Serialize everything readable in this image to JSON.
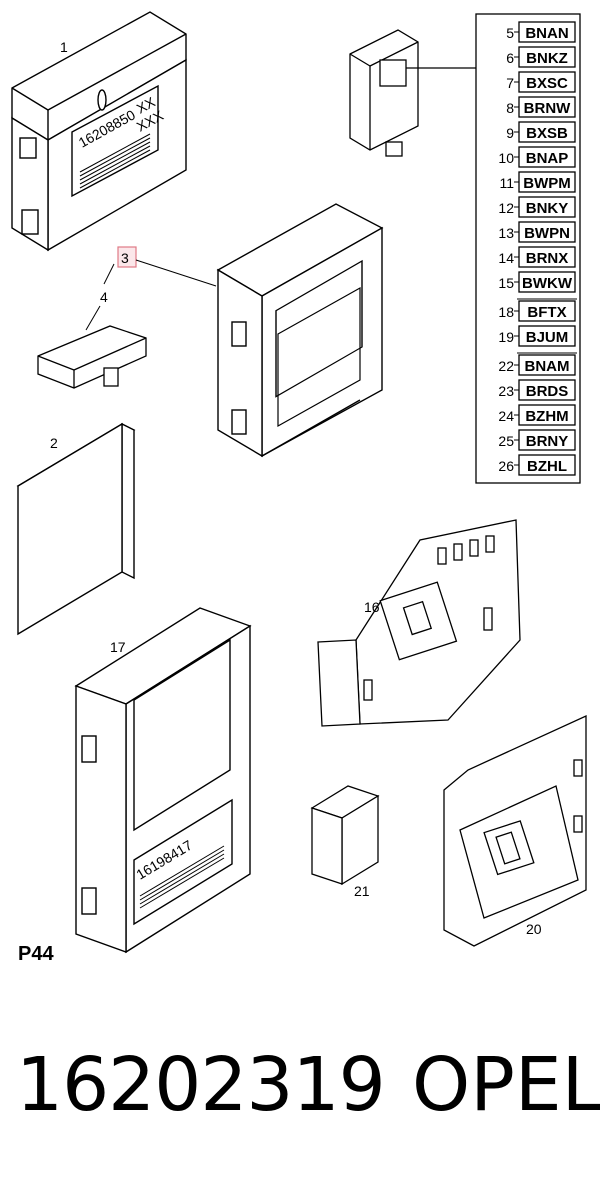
{
  "callouts": {
    "c1": "1",
    "c2": "2",
    "c3": "3",
    "c4": "4",
    "c16": "16",
    "c17": "17",
    "c20": "20",
    "c21": "21"
  },
  "labels": {
    "module1_part_no": "16208850",
    "module1_suffix": "XX",
    "module1_small": "XXX",
    "module17_part_no": "16198417"
  },
  "connector_codes": [
    {
      "position": "5",
      "code": "BNAN"
    },
    {
      "position": "6",
      "code": "BNKZ"
    },
    {
      "position": "7",
      "code": "BXSC"
    },
    {
      "position": "8",
      "code": "BRNW"
    },
    {
      "position": "9",
      "code": "BXSB"
    },
    {
      "position": "10",
      "code": "BNAP"
    },
    {
      "position": "11",
      "code": "BWPM"
    },
    {
      "position": "12",
      "code": "BNKY"
    },
    {
      "position": "13",
      "code": "BWPN"
    },
    {
      "position": "14",
      "code": "BRNX"
    },
    {
      "position": "15",
      "code": "BWKW"
    },
    {
      "position": "18",
      "code": "BFTX"
    },
    {
      "position": "19",
      "code": "BJUM"
    },
    {
      "position": "22",
      "code": "BNAM"
    },
    {
      "position": "23",
      "code": "BRDS"
    },
    {
      "position": "24",
      "code": "BZHM"
    },
    {
      "position": "25",
      "code": "BRNY"
    },
    {
      "position": "26",
      "code": "BZHL"
    }
  ],
  "highlight_color": "#e07a86",
  "page_code": "P44",
  "footer": {
    "part_number": "16202319",
    "brand": "OPEL"
  }
}
